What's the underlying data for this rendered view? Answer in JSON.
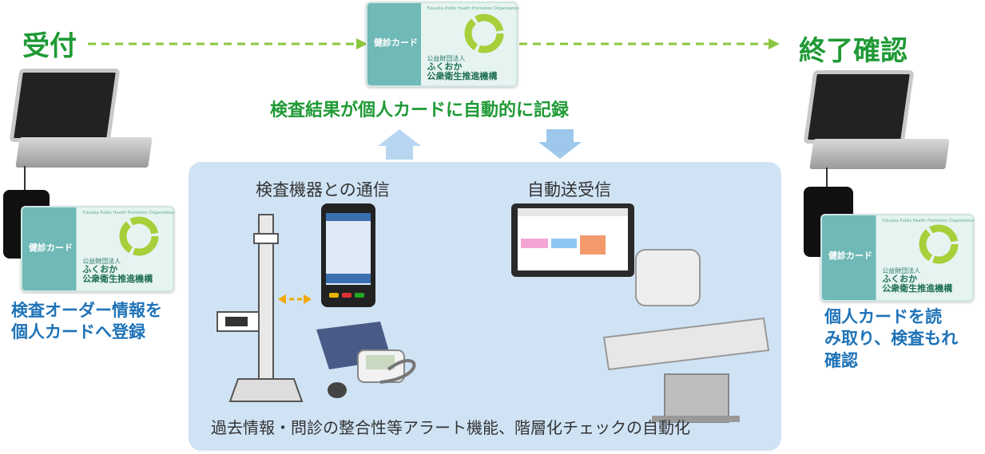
{
  "flow": {
    "start_label": "受付",
    "end_label": "終了確認",
    "card_auto_record_text": "検査結果が個人カードに自動的に記録"
  },
  "card": {
    "label": "健診カード",
    "tiny_text": "Fukuoka Public Health Promotion Organization",
    "org_line1": "公益財団法人",
    "org_line2": "ふくおか",
    "org_line3": "公衆衛生推進機構"
  },
  "left": {
    "caption_line1": "検査オーダー情報を",
    "caption_line2": "個人カードへ登録"
  },
  "right": {
    "caption_line1": "個人カードを読",
    "caption_line2": "み取り、検査もれ",
    "caption_line3": "確認"
  },
  "center": {
    "device_comm_label": "検査機器との通信",
    "auto_send_label": "自動送受信",
    "bottom_text": "過去情報・問診の整合性等アラート機能、階層化チェックの自動化"
  },
  "colors": {
    "green": "#1f9a35",
    "arrow_green": "#8cc63f",
    "panel_blue": "#cfe3f5",
    "arrow_blue": "#9dc8ec",
    "card_teal": "#6fb9b7"
  }
}
